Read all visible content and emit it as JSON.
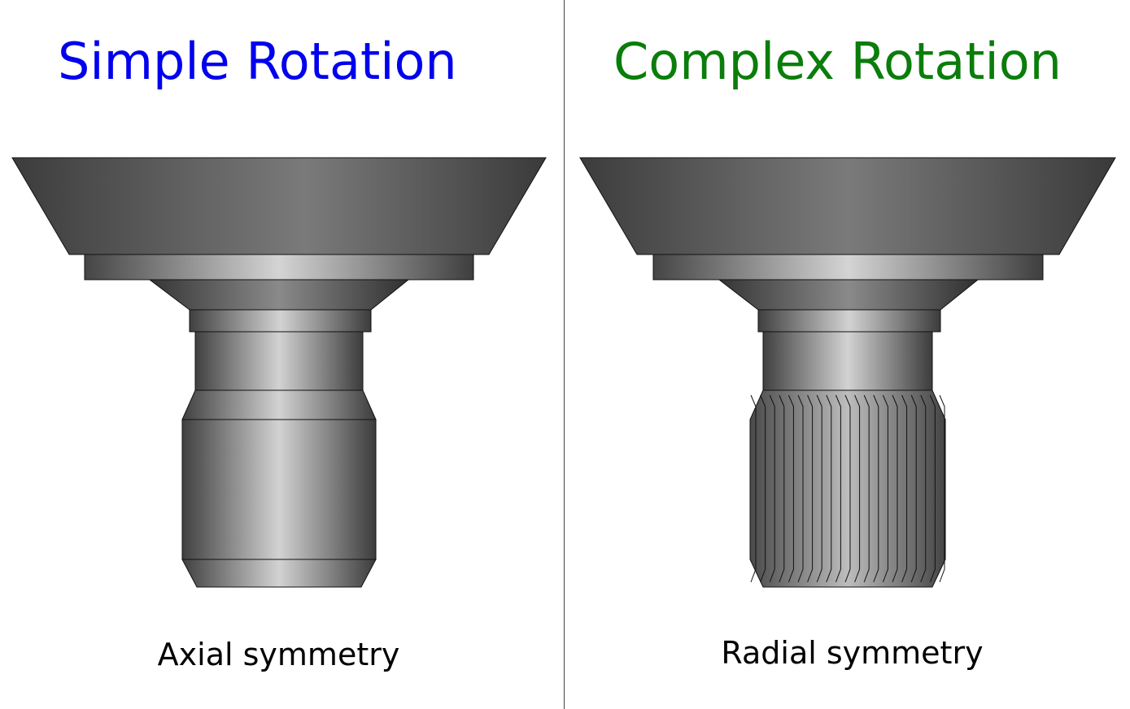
{
  "left": {
    "title": "Simple Rotation",
    "caption": "Axial symmetry",
    "title_color": "#0000ee"
  },
  "right": {
    "title": "Complex Rotation",
    "caption": "Radial symmetry",
    "title_color": "#0a7d0a"
  },
  "colors": {
    "metal_dark": "#3e3e3e",
    "metal_light": "#d6d6d6",
    "divider": "#444444"
  }
}
